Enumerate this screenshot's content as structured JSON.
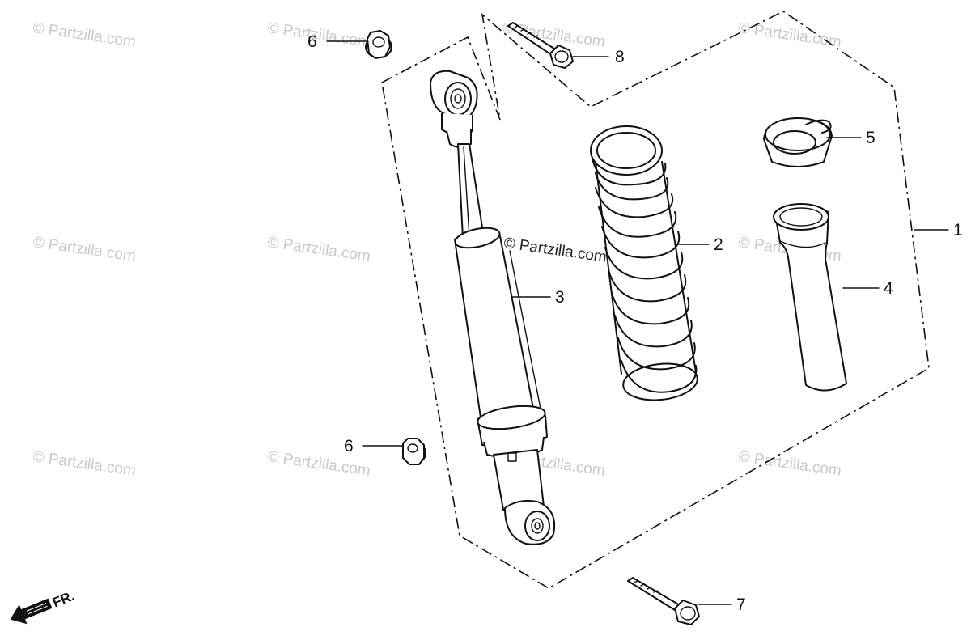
{
  "watermark_text": "© Partzilla.com",
  "front_indicator": "FR.",
  "callouts": [
    {
      "id": "1",
      "label": "1"
    },
    {
      "id": "2",
      "label": "2"
    },
    {
      "id": "3",
      "label": "3"
    },
    {
      "id": "4",
      "label": "4"
    },
    {
      "id": "5",
      "label": "5"
    },
    {
      "id": "6a",
      "label": "6"
    },
    {
      "id": "6b",
      "label": "6"
    },
    {
      "id": "7",
      "label": "7"
    },
    {
      "id": "8",
      "label": "8"
    }
  ],
  "colors": {
    "ink": "#111111",
    "watermark": "#c9c9c9",
    "background": "#ffffff"
  }
}
